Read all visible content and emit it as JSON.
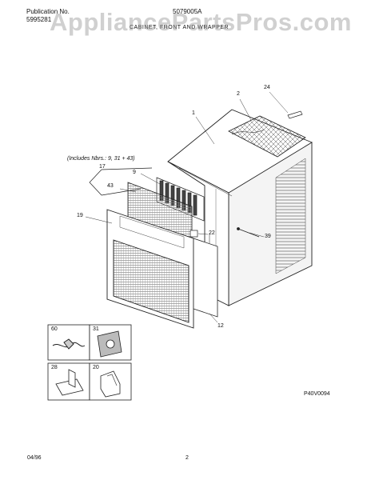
{
  "header": {
    "publication_label": "Publication No.",
    "publication_number": "5995281",
    "model": "5079005A",
    "section_title": "CABINET, FRONT AND WRAPPER"
  },
  "watermark": "AppliancePartsPros.com",
  "diagram": {
    "includes_note": "(Includes Nbrs.: 9, 31 + 43)",
    "callouts": [
      "1",
      "2",
      "24",
      "9",
      "17",
      "43",
      "19",
      "22",
      "39",
      "12",
      "60",
      "31",
      "28",
      "20"
    ]
  },
  "figure_code": "P40V0094",
  "footer": {
    "date": "04/96",
    "page": "2"
  }
}
